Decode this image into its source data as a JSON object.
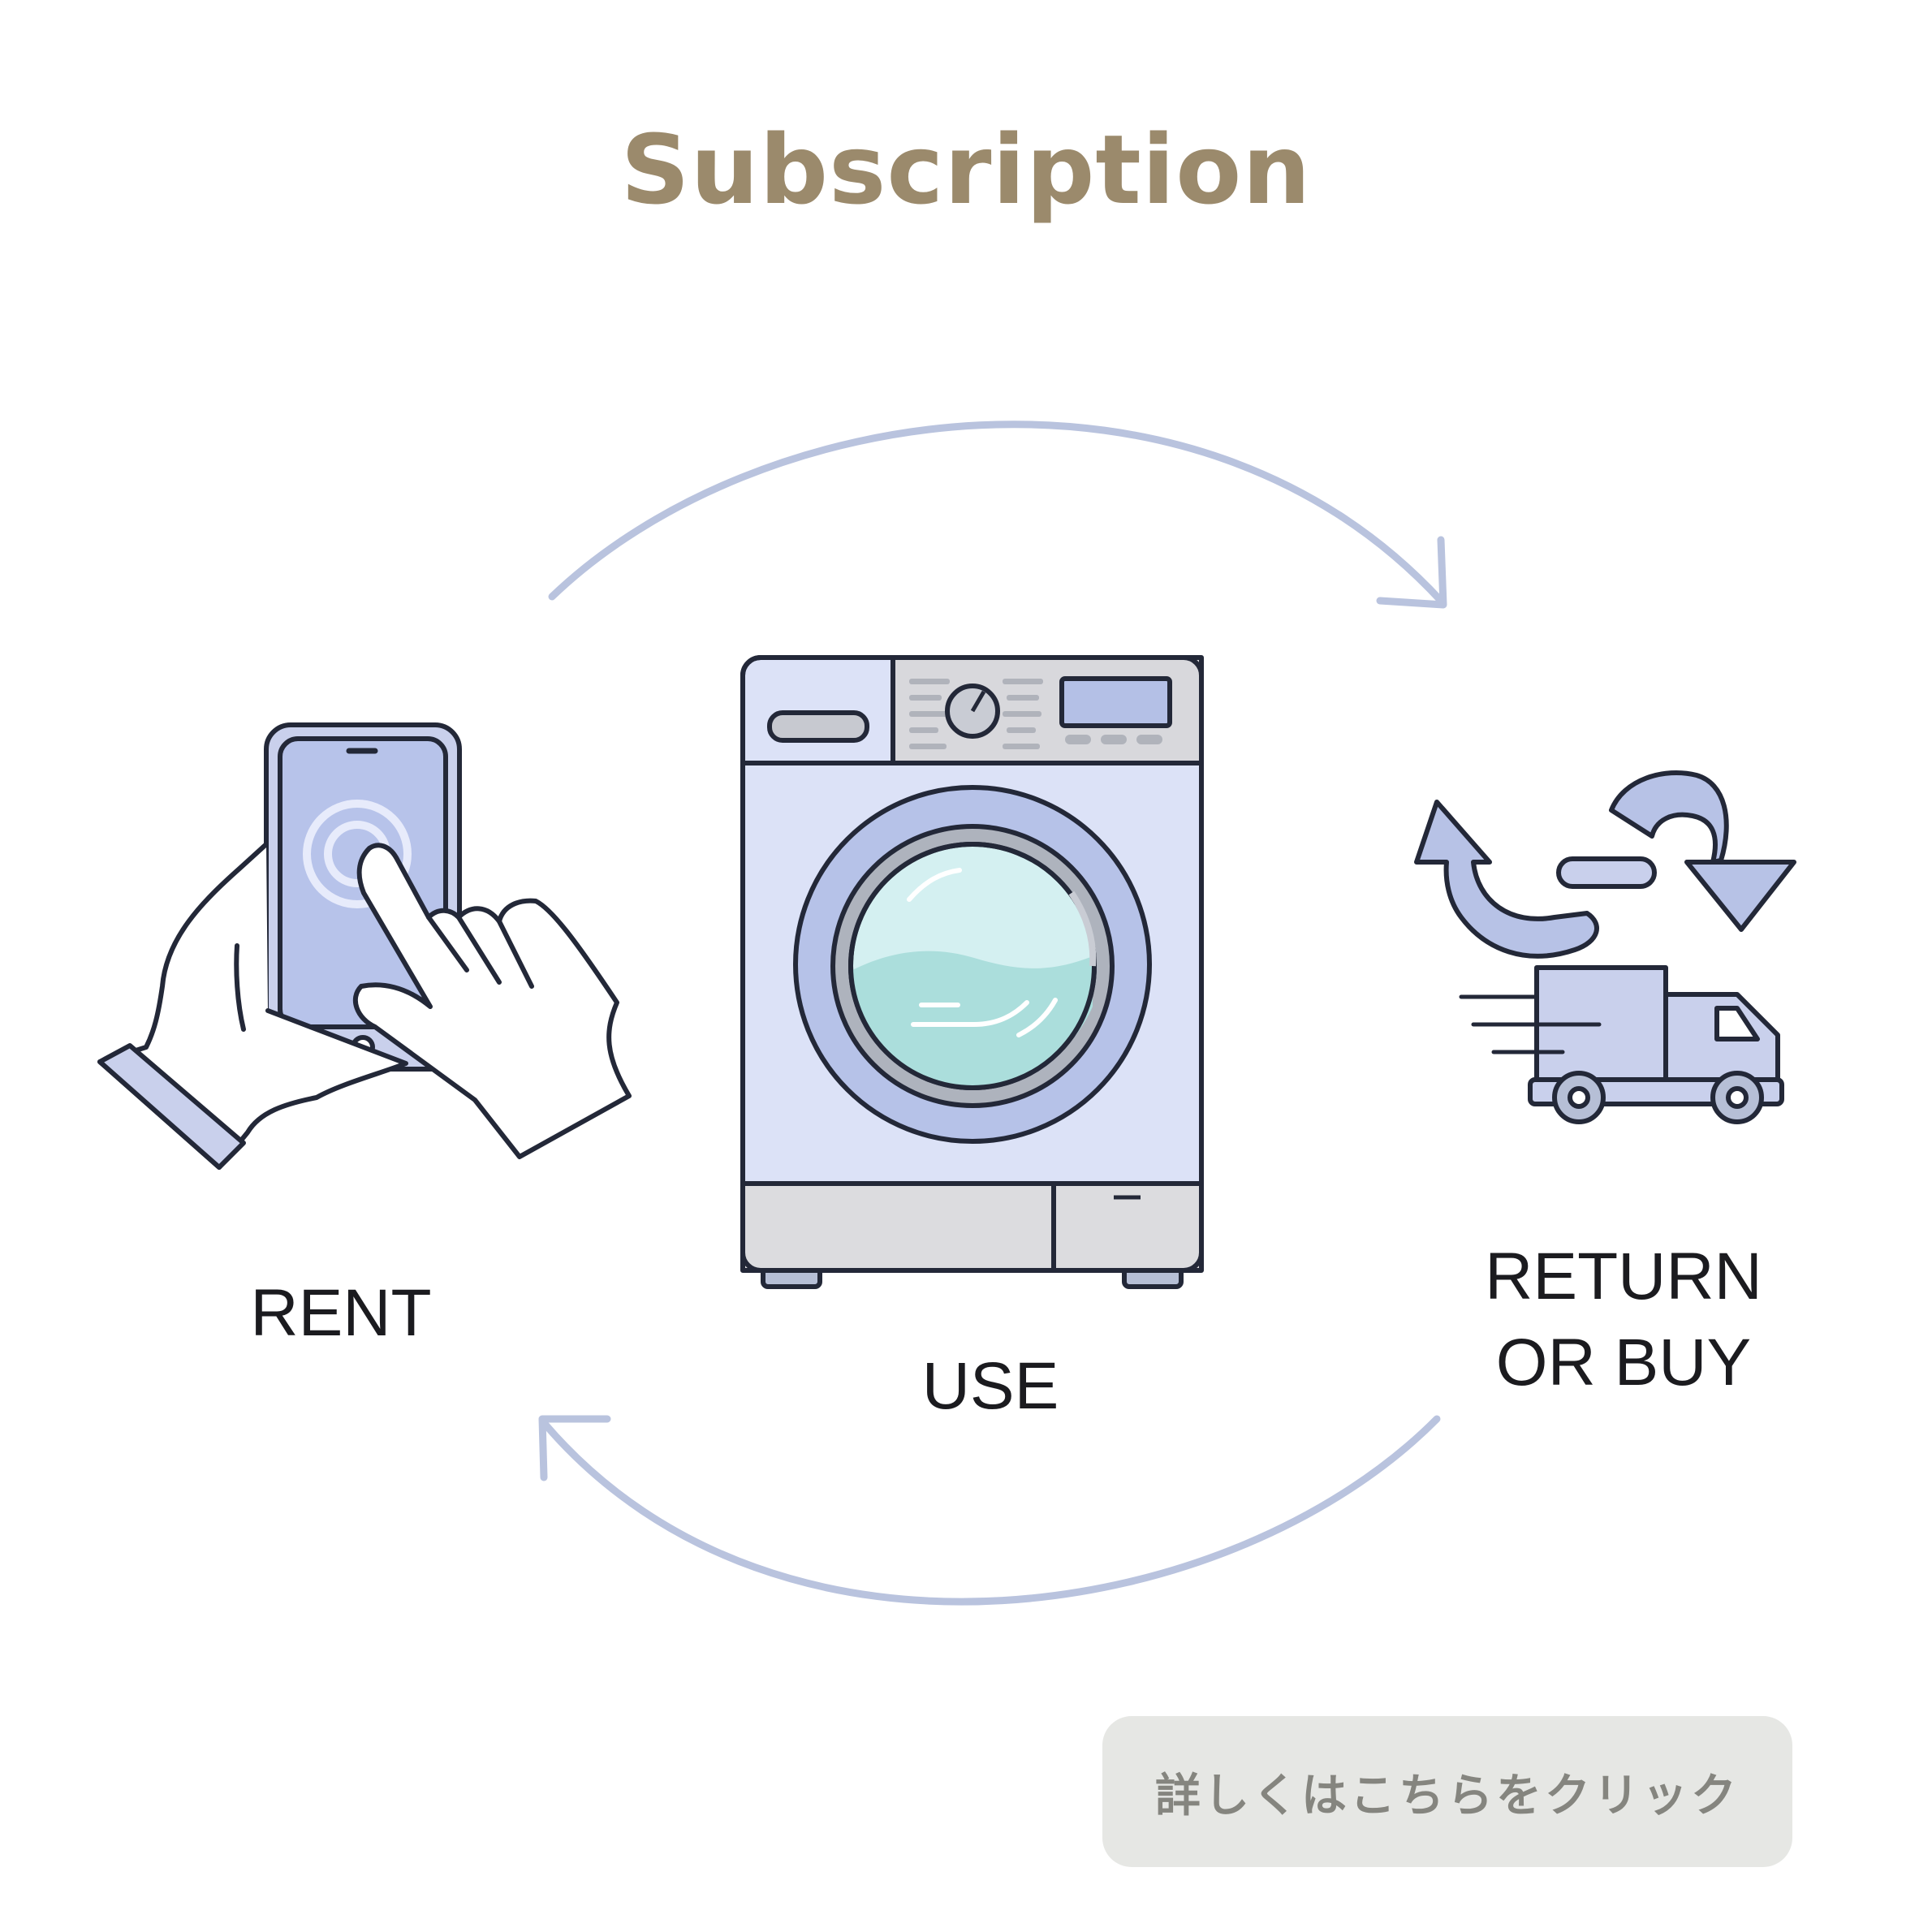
{
  "title": "Subscription",
  "steps": [
    {
      "label": "RENT",
      "icon": "phone-tap-icon"
    },
    {
      "label": "USE",
      "icon": "washing-machine-icon"
    },
    {
      "label_line1": "RETURN",
      "label_line2": "OR BUY",
      "icon": "delivery-truck-icon"
    }
  ],
  "cta_label": "詳しくはこちらをクリック",
  "colors": {
    "title": "#9b8a6c",
    "accent": "#b9c3de",
    "outline": "#232838",
    "fill": "#c9d0ec",
    "cta_bg": "#e6e7e4",
    "cta_text": "#85857f"
  }
}
